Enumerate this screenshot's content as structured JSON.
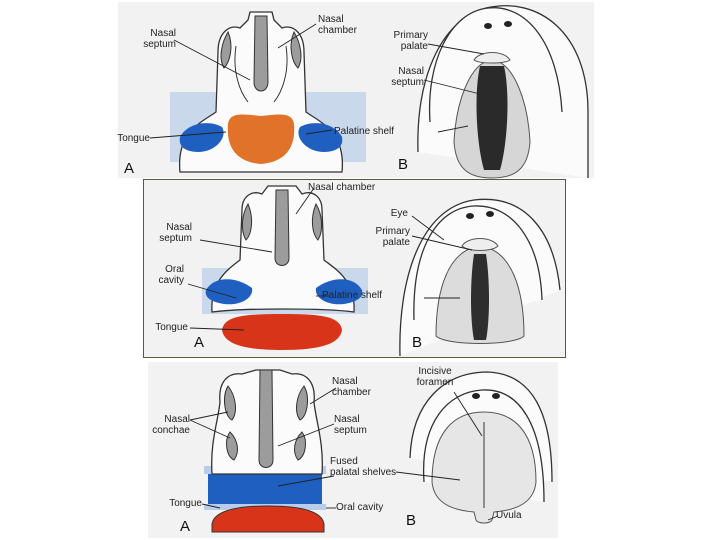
{
  "panels": [
    {
      "letter_a": "A",
      "letter_b": "B",
      "labels": {
        "nasal_septum": "Nasal\nseptum",
        "nasal_chamber": "Nasal\nchamber",
        "tongue": "Tongue",
        "palatine_shelf": "Palatine shelf",
        "primary_palate": "Primary\npalate",
        "nasal_septum_b": "Nasal\nseptum"
      }
    },
    {
      "letter_a": "A",
      "letter_b": "B",
      "labels": {
        "nasal_chamber": "Nasal chamber",
        "nasal_septum": "Nasal\nseptum",
        "oral_cavity": "Oral\ncavity",
        "tongue": "Tongue",
        "palatine_shelf": "Palatine shelf",
        "eye": "Eye",
        "primary_palate": "Primary\npalate"
      }
    },
    {
      "letter_a": "A",
      "letter_b": "B",
      "labels": {
        "nasal_chamber": "Nasal\nchamber",
        "nasal_conchae": "Nasal\nconchae",
        "nasal_septum": "Nasal\nseptum",
        "fused_shelves": "Fused\npalatal shelves",
        "tongue": "Tongue",
        "oral_cavity": "Oral cavity",
        "incisive_foramen": "Incisive\nforamen",
        "uvula": "Uvula"
      }
    }
  ],
  "colors": {
    "tongue_orange": "#e0722a",
    "tongue_red": "#d8341a",
    "shelf_blue": "#1f5fc0",
    "panel_bg": "#f2f2f2",
    "frame": "#5a5a3a"
  }
}
